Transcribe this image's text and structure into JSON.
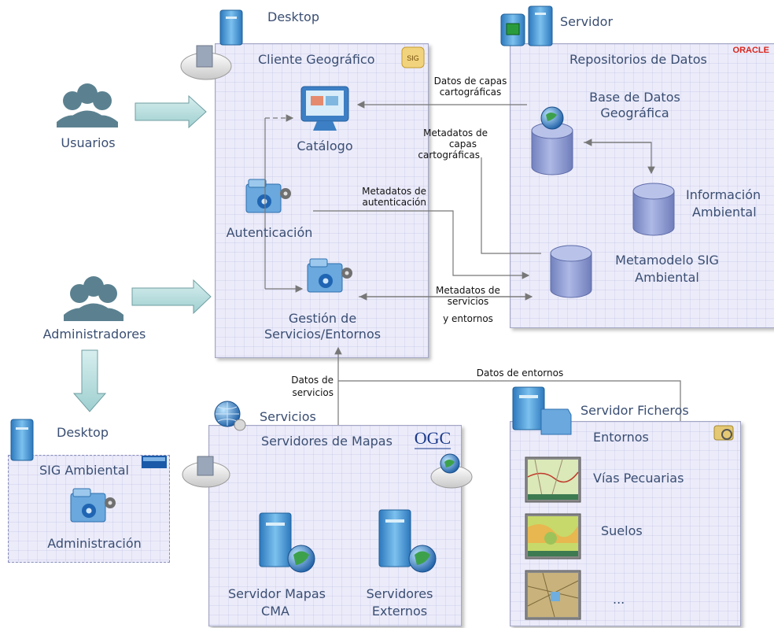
{
  "left": {
    "usuarios": "Usuarios",
    "administradores": "Administradores"
  },
  "desktop_top": {
    "heading": "Desktop",
    "box_title": "Cliente Geográfico",
    "catalogo": "Catálogo",
    "autenticacion": "Autenticación",
    "gestion_line1": "Gestión de",
    "gestion_line2": "Servicios/Entornos",
    "sig_badge": "SIG"
  },
  "server": {
    "heading": "Servidor",
    "box_title": "Repositorios de Datos",
    "oracle": "ORACLE",
    "bd_line1": "Base de Datos",
    "bd_line2": "Geográfica",
    "info_line1": "Información",
    "info_line2": "Ambiental",
    "meta_line1": "Metamodelo SIG",
    "meta_line2": "Ambiental"
  },
  "connectors": {
    "datos_capas_1": "Datos de capas",
    "datos_capas_2": "cartográficas",
    "meta_capas_1": "Metadatos de",
    "meta_capas_2": "capas",
    "meta_capas_3": "cartográficas",
    "meta_aut_1": "Metadatos de",
    "meta_aut_2": "autenticación",
    "meta_serv_1": "Metadatos de",
    "meta_serv_2": "servicios",
    "meta_serv_3": "y entornos",
    "datos_serv_1": "Datos de",
    "datos_serv_2": "servicios",
    "datos_entornos": "Datos de entornos"
  },
  "desktop_bottom": {
    "heading": "Desktop",
    "box_title": "SIG Ambiental",
    "item": "Administración"
  },
  "servicios": {
    "heading": "Servicios",
    "box_title": "Servidores de Mapas",
    "ogc": "OGC",
    "cma_line1": "Servidor Mapas",
    "cma_line2": "CMA",
    "ext_line1": "Servidores",
    "ext_line2": "Externos"
  },
  "ficheros": {
    "heading": "Servidor Ficheros",
    "box_title": "Entornos",
    "items": [
      "Vías Pecuarias",
      "Suelos",
      "..."
    ]
  },
  "colors": {
    "box_fill": "#ebebfa",
    "box_border": "#a3a6c4",
    "arrow_fill": "#bfe0e0",
    "people": "#5b8190",
    "cylinder": "#8e9cd0",
    "server": "#5a9fd6",
    "oracle_red": "#d9261c"
  }
}
